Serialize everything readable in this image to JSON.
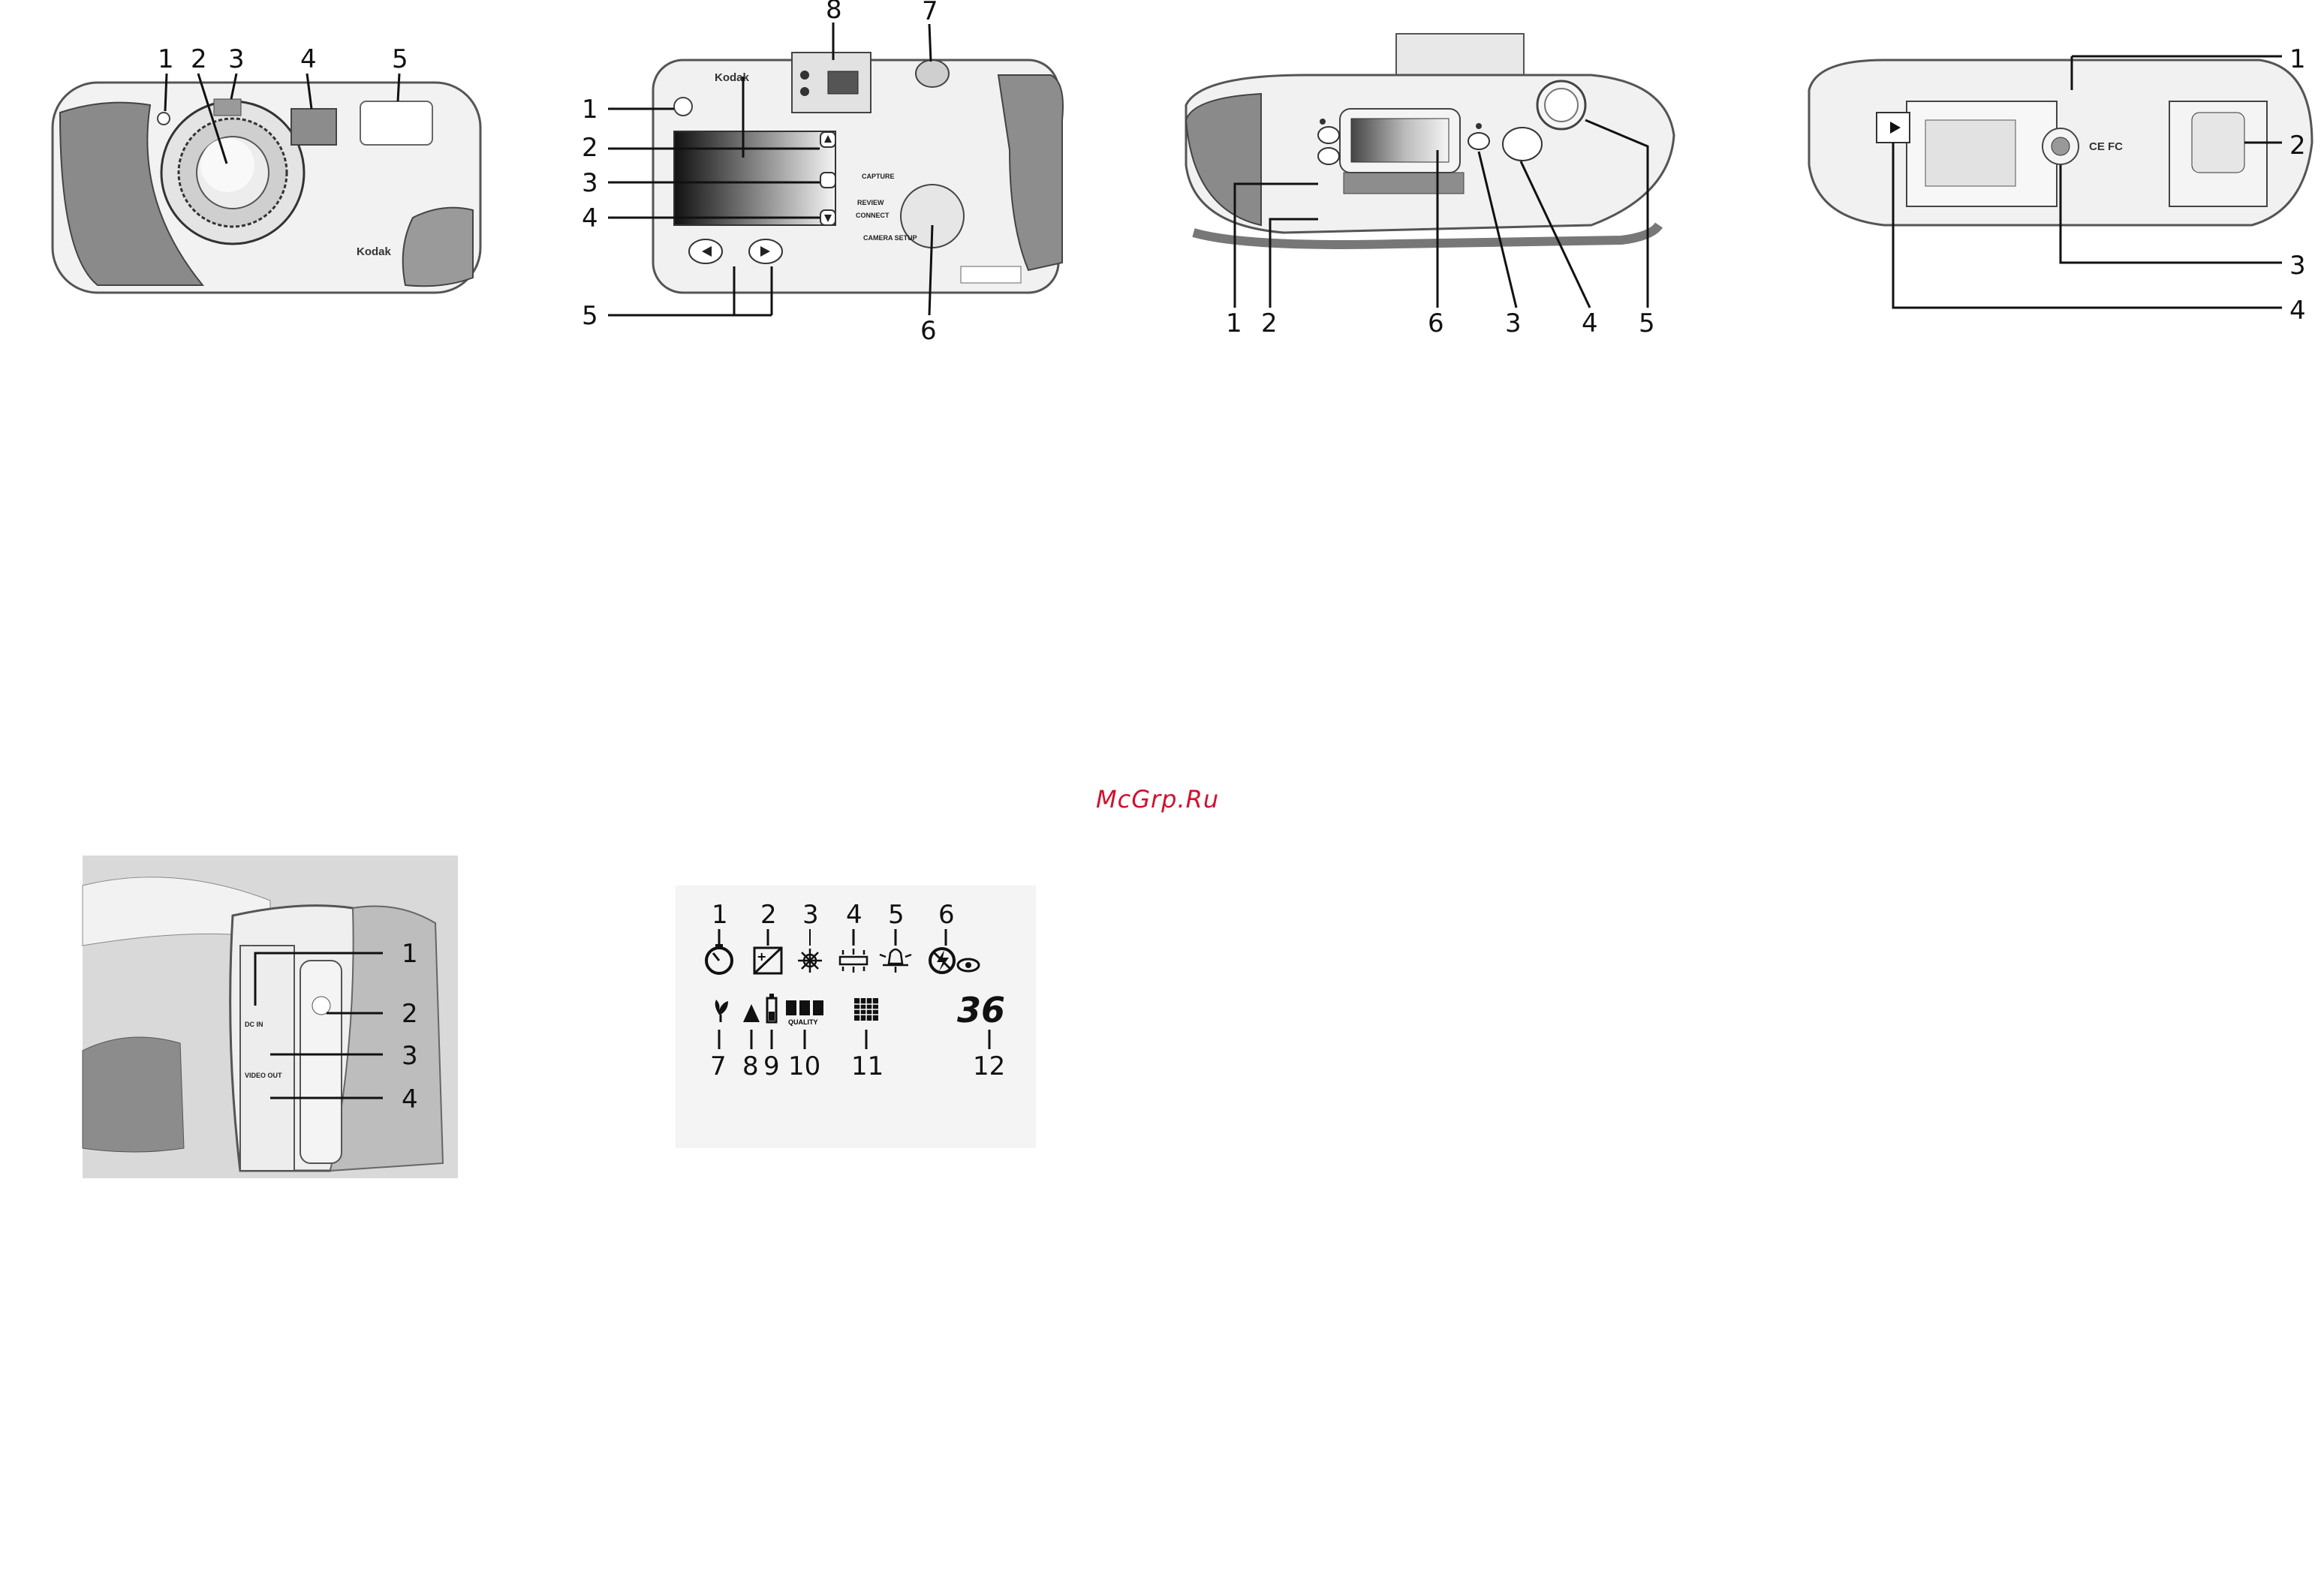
{
  "watermark": "McGrp.Ru",
  "figures": {
    "front": {
      "callouts": [
        "1",
        "2",
        "3",
        "4",
        "5"
      ],
      "brand": "Kodak"
    },
    "back": {
      "callouts": [
        "1",
        "2",
        "3",
        "4",
        "5",
        "6",
        "7",
        "8"
      ],
      "brand": "Kodak",
      "dial_labels": [
        "CAPTURE",
        "REVIEW",
        "CONNECT",
        "CAMERA SETUP"
      ]
    },
    "top": {
      "callouts": [
        "1",
        "2",
        "3",
        "4",
        "5",
        "6"
      ]
    },
    "bottom": {
      "callouts": [
        "1",
        "2",
        "3",
        "4"
      ],
      "marks": "CE FC"
    },
    "side": {
      "callouts": [
        "1",
        "2",
        "3",
        "4"
      ],
      "port_labels": [
        "DC IN",
        "VIDEO OUT"
      ]
    },
    "lcd": {
      "callouts_top": [
        "1",
        "2",
        "3",
        "4",
        "5",
        "6"
      ],
      "callouts_bottom": [
        "7",
        "8",
        "9",
        "10",
        "11",
        "12"
      ],
      "quality_label": "QUALITY",
      "frame_count": "36"
    }
  }
}
